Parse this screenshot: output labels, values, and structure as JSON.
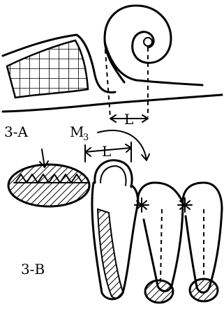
{
  "labels": {
    "fig_a": "3-A",
    "fig_b": "3-B",
    "l_top": "L",
    "l_bottom": "L",
    "m_letter": "M",
    "m_sub": "3"
  }
}
